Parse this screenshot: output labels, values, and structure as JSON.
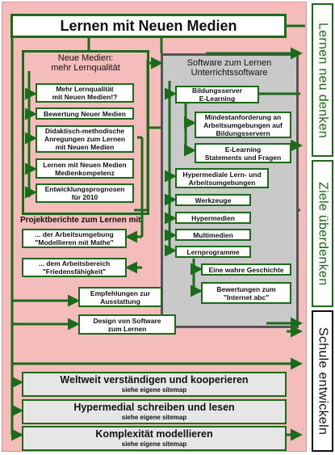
{
  "title": "Lernen mit Neuen Medien",
  "neue_medien": {
    "heading": "Neue Medien:\nmehr Lernqualität",
    "items": [
      "Mehr Lernqualität\nmit Neuen Medien!?",
      "Bewertung Neuer Medien",
      "Didaktisch-methodische\nAnregungen zum Lernen\nmit Neuen Medien",
      "Lernen mit Neuen Medien\nMedienkompetenz",
      "Entwicklungsprognosen\nfür 2010"
    ]
  },
  "software": {
    "heading": "Software zum Lernen\nUnterrichtssoftware",
    "bildungsserver": "Bildungsserver\nE-Learning",
    "mindestanforderung": "Mindestanforderung an\nArbeitsumgebungen auf\nBildungsservern",
    "elearning_statements": "E-Learning\nStatements und Fragen",
    "hypermediale": "Hypermediale Lern- und\nArbeitsumgebungen",
    "werkzeuge": "Werkzeuge",
    "hypermedien": "Hypermedien",
    "multimedien": "Multimedien",
    "lernprogramme": "Lernprogramme",
    "wahre_geschichte": "Eine wahre Geschichte",
    "bewertungen": "Bewertungen zum\n\"Internet abc\""
  },
  "projektberichte": {
    "heading": "Projektberichte zum Lernen mit",
    "items": [
      "... der Arbeitsumgebung\n\"Modellieren mit Mathe\"",
      "... dem Arbeitsbereich\n\"Friedensfähigkeit\""
    ]
  },
  "empfehlungen": "Empfehlungen zur\nAusstattung",
  "design": "Design von Software\nzum Lernen",
  "sitemaps": [
    {
      "title": "Weltweit verständigen und kooperieren",
      "sub": "siehe eigene sitemap"
    },
    {
      "title": "Hypermedial schreiben und lesen",
      "sub": "siehe eigene sitemap"
    },
    {
      "title": "Komplexität modellieren",
      "sub": "siehe eigene sitemap"
    }
  ],
  "tabs": [
    "Lernen neu denken",
    "Ziele überdenken",
    "Schule entwickeln"
  ],
  "colors": {
    "green": "#1a6b1a",
    "pink": "#f5bcbc",
    "gray_panel": "#c9c9c9"
  }
}
